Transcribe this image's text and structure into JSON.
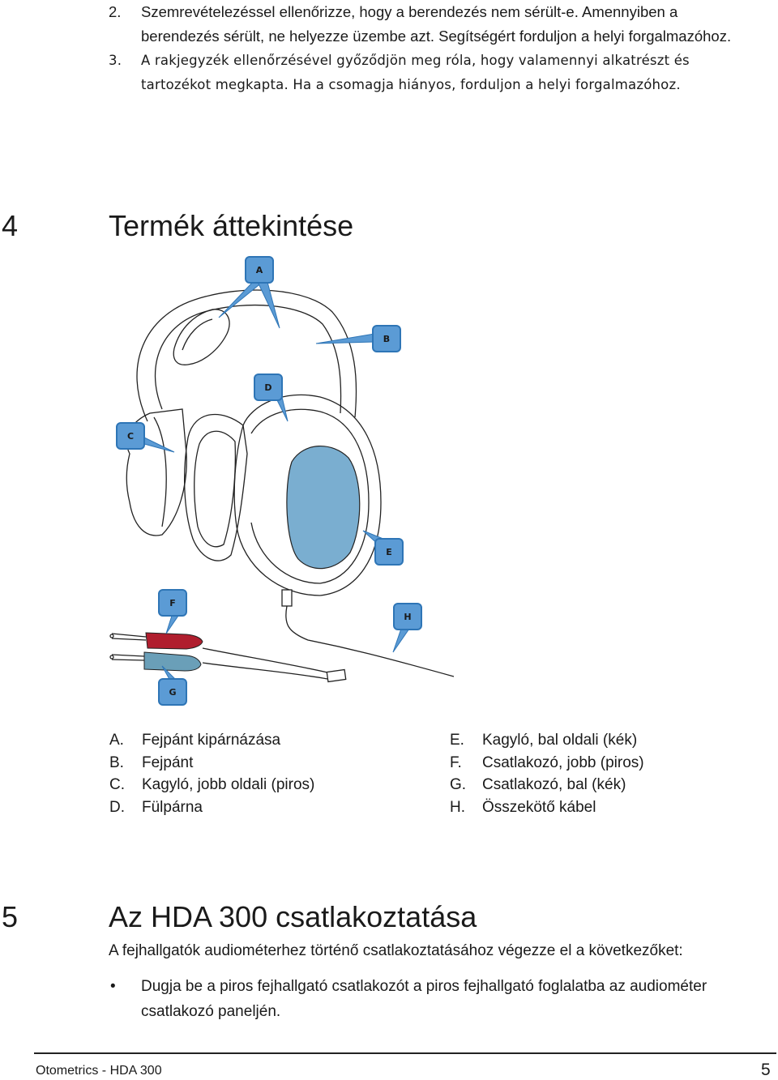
{
  "steps": [
    {
      "number": "2.",
      "text": "Szemrevételezéssel ellenőrizze, hogy a berendezés nem sérült-e. Amennyiben a berendezés sérült, ne helyezze üzembe azt. Segítségért forduljon a helyi forgalmazóhoz."
    },
    {
      "number": "3.",
      "text": "A rakjegyzék ellenőrzésével győződjön meg róla, hogy valamennyi alkatrészt és tartozékot megkapta. Ha a csomagja hiányos, forduljon a helyi forgalmazóhoz."
    }
  ],
  "section4": {
    "number": "4",
    "title": "Termék áttekintése"
  },
  "figure": {
    "callouts": [
      "A",
      "B",
      "C",
      "D",
      "E",
      "F",
      "G",
      "H"
    ],
    "colors": {
      "callout_fill": "#5b9bd5",
      "callout_border": "#2e75b6",
      "left_cup": "#7aaed0",
      "red_plug": "#b01e2e",
      "blue_plug": "#6a9fb8"
    }
  },
  "legend": {
    "left": [
      {
        "letter": "A.",
        "text": "Fejpánt kipárnázása"
      },
      {
        "letter": "B.",
        "text": "Fejpánt"
      },
      {
        "letter": "C.",
        "text": "Kagyló, jobb oldali (piros)"
      },
      {
        "letter": "D.",
        "text": "Fülpárna"
      }
    ],
    "right": [
      {
        "letter": "E.",
        "text": "Kagyló, bal oldali (kék)"
      },
      {
        "letter": "F.",
        "text": "Csatlakozó, jobb (piros)"
      },
      {
        "letter": "G.",
        "text": "Csatlakozó, bal (kék)"
      },
      {
        "letter": "H.",
        "text": "Összekötő kábel"
      }
    ]
  },
  "section5": {
    "number": "5",
    "title": "Az HDA 300 csatlakoztatása"
  },
  "intro": "A fejhallgatók audiométerhez történő csatlakoztatásához végezze el a következőket:",
  "bullets": [
    {
      "symbol": "•",
      "text": "Dugja be a piros fejhallgató csatlakozót a piros fejhallgató foglalatba az audiométer csatlakozó paneljén."
    }
  ],
  "footer": {
    "left": "Otometrics - HDA 300",
    "page": "5"
  }
}
